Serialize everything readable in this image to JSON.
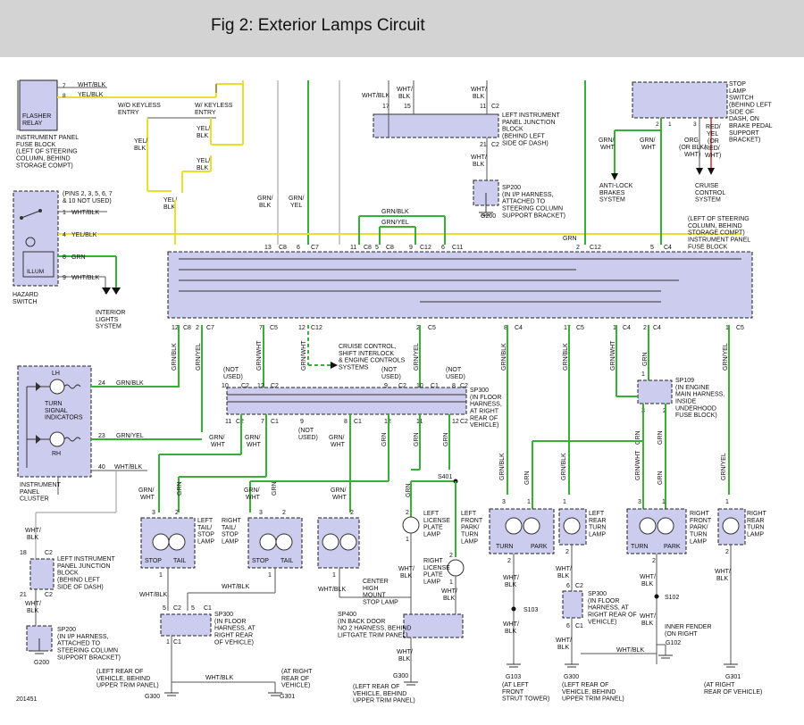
{
  "title": "Fig 2: Exterior Lamps Circuit",
  "figure_id": "201451",
  "labels": {
    "flasher_relay": [
      "FLASHER",
      "RELAY"
    ],
    "ip_fuse_block_left": [
      "INSTRUMENT PANEL",
      "FUSE BLOCK",
      "(LEFT OF STEERING",
      "COLUMN, BEHIND",
      "STORAGE COMPT)"
    ],
    "wo_keyless": [
      "W/O KEYLESS",
      "ENTRY"
    ],
    "w_keyless": [
      "W/ KEYLESS",
      "ENTRY"
    ],
    "yel_blk": [
      "YEL/",
      "BLK"
    ],
    "pins_note": [
      "(PINS 2, 3, 5, 6, 7",
      "& 10 NOT USED)"
    ],
    "illum": "ILLUM",
    "hazard_switch": [
      "HAZARD",
      "SWITCH"
    ],
    "interior_lights": [
      "INTERIOR",
      "LIGHTS",
      "SYSTEM"
    ],
    "lh": "LH",
    "rh": "RH",
    "turn_signal_ind": [
      "TURN",
      "SIGNAL",
      "INDICATORS"
    ],
    "ip_cluster": [
      "INSTRUMENT",
      "PANEL",
      "CLUSTER"
    ],
    "ip_junction_top": [
      "LEFT INSTRUMENT",
      "PANEL JUNCTION",
      "BLOCK",
      "(BEHIND LEFT",
      "SIDE OF DASH)"
    ],
    "sp200_top": [
      "SP200",
      "(IN I/P HARNESS,",
      "ATTACHED TO",
      "STEERING COLUMN",
      "SUPPORT BRACKET)"
    ],
    "stop_lamp_switch": [
      "STOP",
      "LAMP",
      "SWITCH",
      "(BEHIND LEFT",
      "SIDE OF",
      "DASH, ON",
      "BRAKE PEDAL",
      "SUPPORT",
      "BRACKET)"
    ],
    "anti_lock": [
      "ANTI-LOCK",
      "BRAKES",
      "SYSTEM"
    ],
    "cruise_control": [
      "CRUISE",
      "CONTROL",
      "SYSTEM"
    ],
    "ip_fuse_block_right": [
      "(LEFT OF STEERING",
      "COLUMN, BEHIND",
      "STORAGE COMPT)",
      "INSTRUMENT PANEL",
      "FUSE BLOCK"
    ],
    "cruise_shift": [
      "CRUISE CONTROL,",
      "SHIFT INTERLOCK",
      "& ENGINE CONTROLS",
      "SYSTEMS"
    ],
    "sp300_mid": [
      "SP300",
      "(IN FLOOR",
      "HARNESS,",
      "AT RIGHT",
      "REAR OF",
      "VEHICLE)"
    ],
    "sp109": [
      "SP109",
      "(IN ENGINE",
      "MAIN HARNESS,",
      "INSIDE",
      "UNDERHOOD",
      "FUSE BLOCK)"
    ],
    "left_tail": [
      "LEFT",
      "TAIL/",
      "STOP",
      "LAMP"
    ],
    "right_tail": [
      "RIGHT",
      "TAIL/",
      "STOP",
      "LAMP"
    ],
    "center_high": [
      "CENTER",
      "HIGH",
      "MOUNT",
      "STOP LAMP"
    ],
    "left_license": [
      "LEFT",
      "LICENSE",
      "PLATE",
      "LAMP"
    ],
    "right_license": [
      "RIGHT",
      "LICENSE",
      "PLATE",
      "LAMP"
    ],
    "left_front_park": [
      "LEFT",
      "FRONT",
      "PARK/",
      "TURN",
      "LAMP"
    ],
    "left_rear_turn": [
      "LEFT",
      "REAR",
      "TURN",
      "LAMP"
    ],
    "right_front_park": [
      "RIGHT",
      "FRONT",
      "PARK/",
      "TURN",
      "LAMP"
    ],
    "right_rear_turn": [
      "RIGHT",
      "REAR",
      "TURN",
      "LAMP"
    ],
    "stop": "STOP",
    "tail": "TAIL",
    "turn": "TURN",
    "park": "PARK",
    "sp300_bottom_left": [
      "SP300",
      "(IN FLOOR",
      "HARNESS, AT",
      "RIGHT REAR",
      "OF VEHICLE)"
    ],
    "sp400": [
      "SP400",
      "(IN BACK DOOR",
      "NO 2 HARNESS, BEHIND",
      "LIFTGATE TRIM PANEL)"
    ],
    "sp300_bottom_right": [
      "SP300",
      "(IN FLOOR",
      "HARNESS, AT",
      "RIGHT REAR OF",
      "VEHICLE)"
    ],
    "ip_junction_bottom": [
      "LEFT INSTRUMENT",
      "PANEL JUNCTION",
      "BLOCK",
      "(BEHIND LEFT",
      "SIDE OF DASH)"
    ],
    "sp200_bottom": [
      "SP200",
      "(IN I/P HARNESS,",
      "ATTACHED TO",
      "STEERING COLUMN",
      "SUPPORT BRACKET)"
    ],
    "g300_a": [
      "(LEFT REAR OF",
      "VEHICLE, BEHIND",
      "UPPER TRIM PANEL)"
    ],
    "g301_a": [
      "(AT RIGHT",
      "REAR OF",
      "VEHICLE)"
    ],
    "g300_b": [
      "(LEFT REAR OF",
      "VEHICLE, BEHIND",
      "UPPER TRIM PANEL)"
    ],
    "g103": [
      "(AT LEFT",
      "FRONT",
      "STRUT TOWER)"
    ],
    "g300_c": [
      "(LEFT REAR OF",
      "VEHICLE, BEHIND",
      "UPPER TRIM PANEL)"
    ],
    "inner_fender": [
      "INNER FENDER",
      "(ON RIGHT"
    ],
    "g301_b": [
      "(AT RIGHT",
      "REAR OF VEHICLE)"
    ],
    "not_used": [
      "(NOT",
      "USED)"
    ]
  }
}
